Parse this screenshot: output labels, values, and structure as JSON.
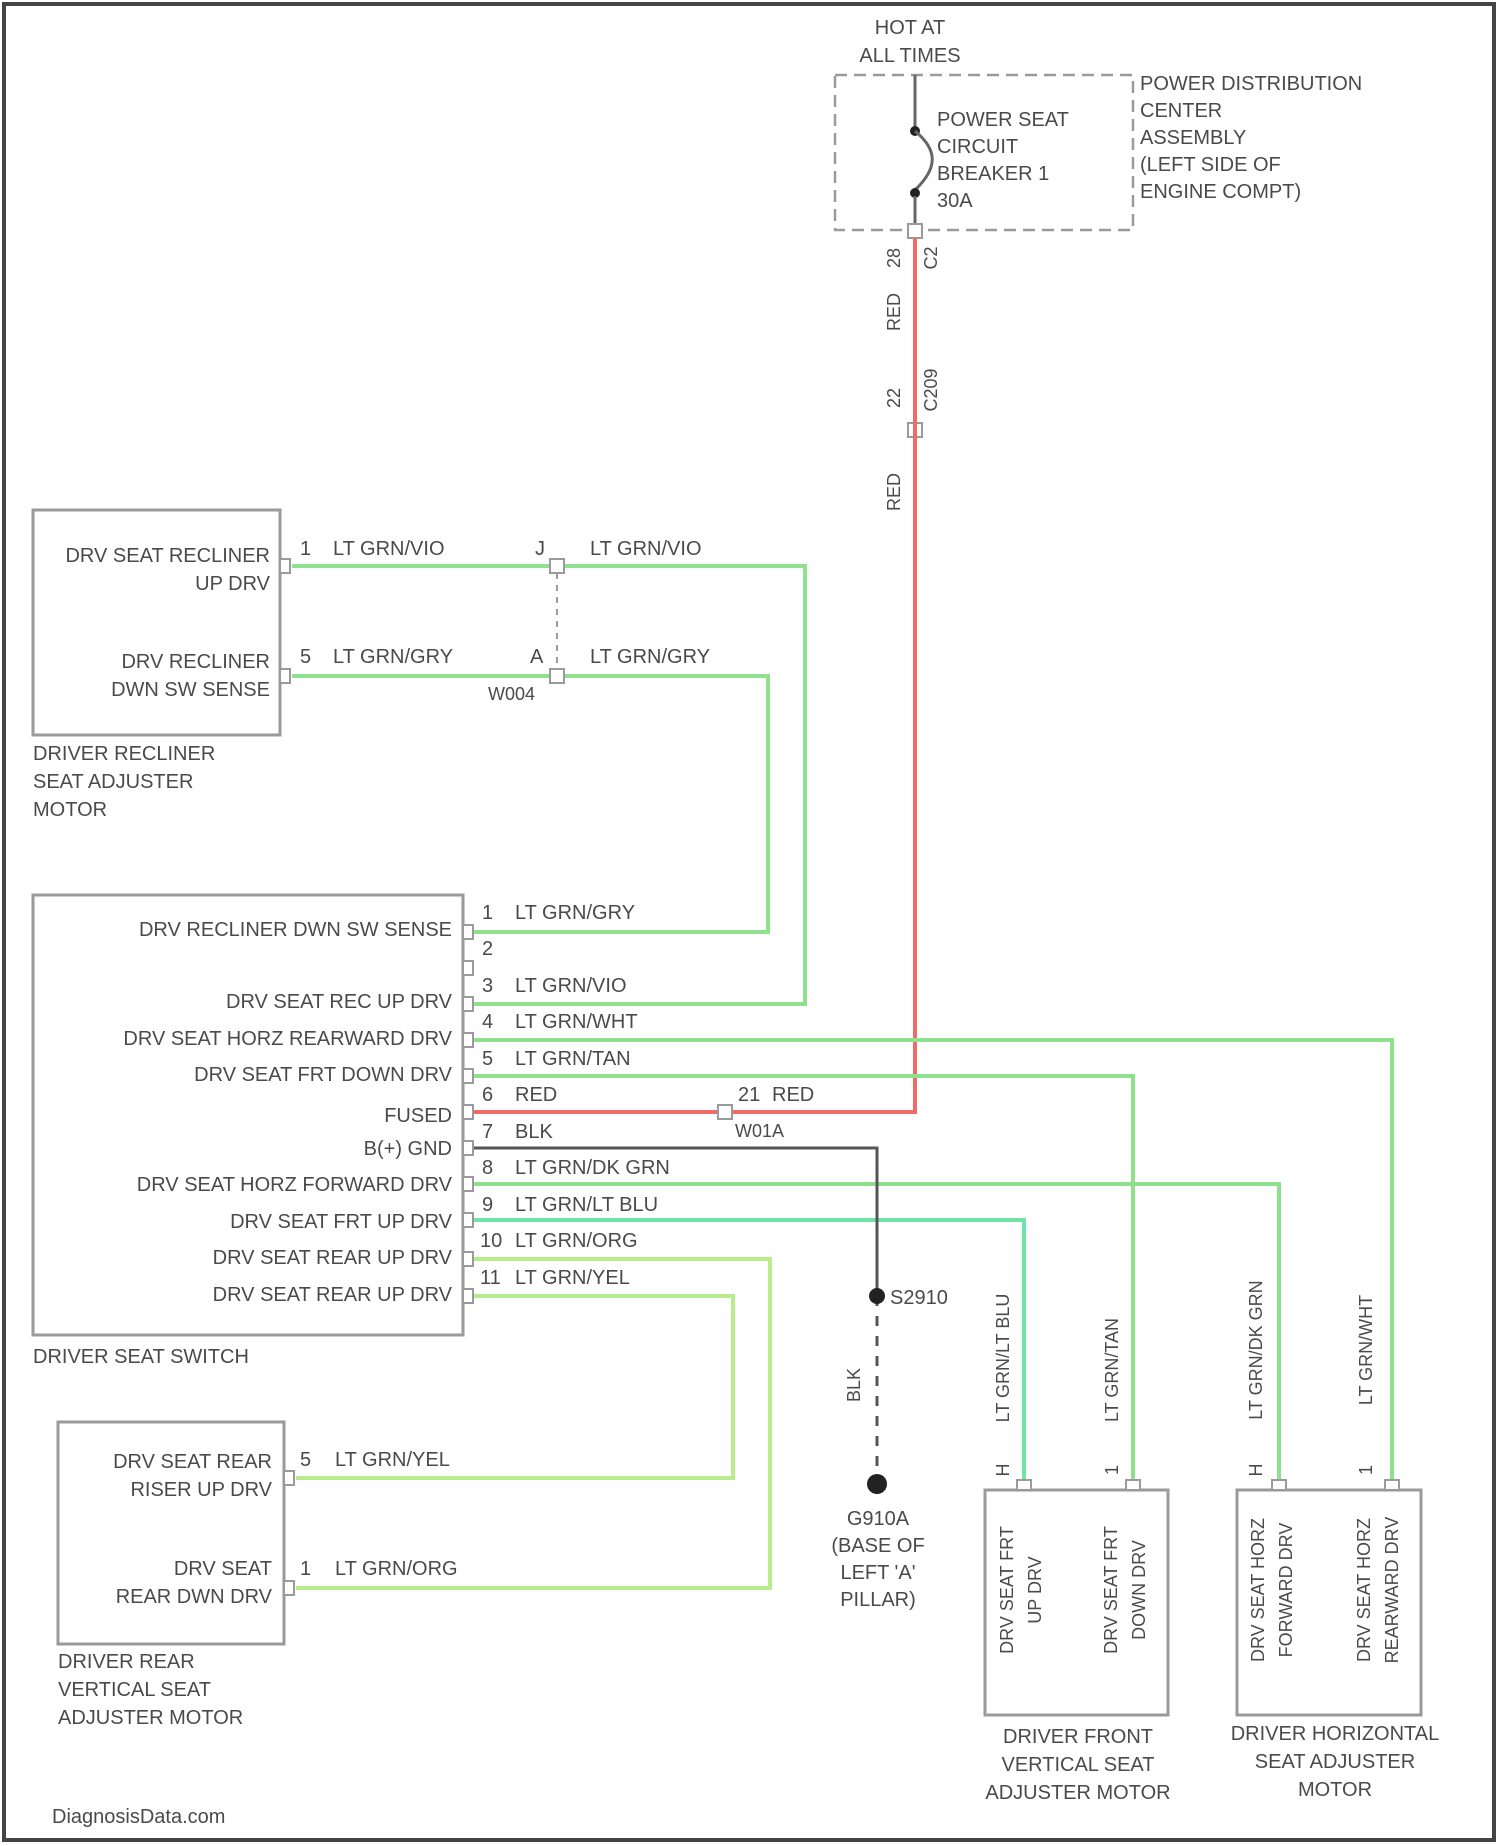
{
  "power": {
    "hot_line1": "HOT AT",
    "hot_line2": "ALL TIMES",
    "breaker_lines": [
      "POWER SEAT",
      "CIRCUIT",
      "BREAKER 1",
      "30A"
    ],
    "pdc_lines": [
      "POWER DISTRIBUTION",
      "CENTER",
      "ASSEMBLY",
      "(LEFT SIDE OF",
      "ENGINE COMPT)"
    ],
    "top_pin": "28",
    "top_wire_color": "RED",
    "top_conn": "C2",
    "mid_pin": "22",
    "mid_conn": "C209",
    "lower_wire_color": "RED"
  },
  "recliner_motor": {
    "label_lines": [
      "DRIVER RECLINER",
      "SEAT ADJUSTER",
      "MOTOR"
    ],
    "pin1_lines": [
      "DRV SEAT RECLINER",
      "UP DRV"
    ],
    "pin2_lines": [
      "DRV RECLINER",
      "DWN SW SENSE"
    ],
    "wire1_pin": "1",
    "wire1_color": "LT GRN/VIO",
    "wire2_pin": "5",
    "wire2_color": "LT GRN/GRY",
    "conn_pin_j": "J",
    "conn_pin_a": "A",
    "conn_name": "W004",
    "out1_color": "LT GRN/VIO",
    "out2_color": "LT GRN/GRY"
  },
  "seat_switch": {
    "label": "DRIVER SEAT SWITCH",
    "pins": [
      {
        "name": "DRV RECLINER DWN SW SENSE",
        "num": "1",
        "color": "LT GRN/GRY"
      },
      {
        "name": "",
        "num": "2",
        "color": ""
      },
      {
        "name": "DRV SEAT REC UP DRV",
        "num": "3",
        "color": "LT GRN/VIO"
      },
      {
        "name": "DRV SEAT HORZ REARWARD DRV",
        "num": "4",
        "color": "LT GRN/WHT"
      },
      {
        "name": "DRV SEAT FRT DOWN DRV",
        "num": "5",
        "color": "LT GRN/TAN"
      },
      {
        "name": "FUSED",
        "num": "6",
        "color": "RED"
      },
      {
        "name": "B(+) GND",
        "num": "7",
        "color": "BLK"
      },
      {
        "name": "DRV SEAT HORZ FORWARD DRV",
        "num": "8",
        "color": "LT GRN/DK GRN"
      },
      {
        "name": "DRV SEAT FRT UP DRV",
        "num": "9",
        "color": "LT GRN/LT BLU"
      },
      {
        "name": "DRV SEAT REAR UP DRV",
        "num": "10",
        "color": "LT GRN/ORG"
      },
      {
        "name": "DRV SEAT REAR UP DRV",
        "num": "11",
        "color": "LT GRN/YEL"
      }
    ],
    "fused_conn_pin": "21",
    "fused_conn_color": "RED",
    "fused_conn_name": "W01A"
  },
  "ground": {
    "splice": "S2910",
    "wire_color": "BLK",
    "label_lines": [
      "G910A",
      "(BASE OF",
      "LEFT 'A'",
      "PILLAR)"
    ]
  },
  "rear_motor": {
    "label_lines": [
      "DRIVER REAR",
      "VERTICAL SEAT",
      "ADJUSTER MOTOR"
    ],
    "pin1_lines": [
      "DRV SEAT REAR",
      "RISER UP DRV"
    ],
    "pin2_lines": [
      "DRV SEAT",
      "REAR DWN DRV"
    ],
    "wire1_pin": "5",
    "wire1_color": "LT GRN/YEL",
    "wire2_pin": "1",
    "wire2_color": "LT GRN/ORG"
  },
  "front_motor": {
    "label_lines": [
      "DRIVER FRONT",
      "VERTICAL SEAT",
      "ADJUSTER MOTOR"
    ],
    "wire1_color": "LT GRN/LT BLU",
    "wire1_pin": "H",
    "wire2_color": "LT GRN/TAN",
    "wire2_pin": "1",
    "pin1_lines": [
      "DRV SEAT FRT",
      "UP DRV"
    ],
    "pin2_lines": [
      "DRV SEAT FRT",
      "DOWN DRV"
    ]
  },
  "horz_motor": {
    "label_lines": [
      "DRIVER HORIZONTAL",
      "SEAT ADJUSTER",
      "MOTOR"
    ],
    "wire1_color": "LT GRN/DK GRN",
    "wire1_pin": "H",
    "wire2_color": "LT GRN/WHT",
    "wire2_pin": "1",
    "pin1_lines": [
      "DRV SEAT HORZ",
      "FORWARD DRV"
    ],
    "pin2_lines": [
      "DRV SEAT HORZ",
      "REARWARD DRV"
    ]
  },
  "footer": {
    "watermark": "DiagnosisData.com"
  }
}
